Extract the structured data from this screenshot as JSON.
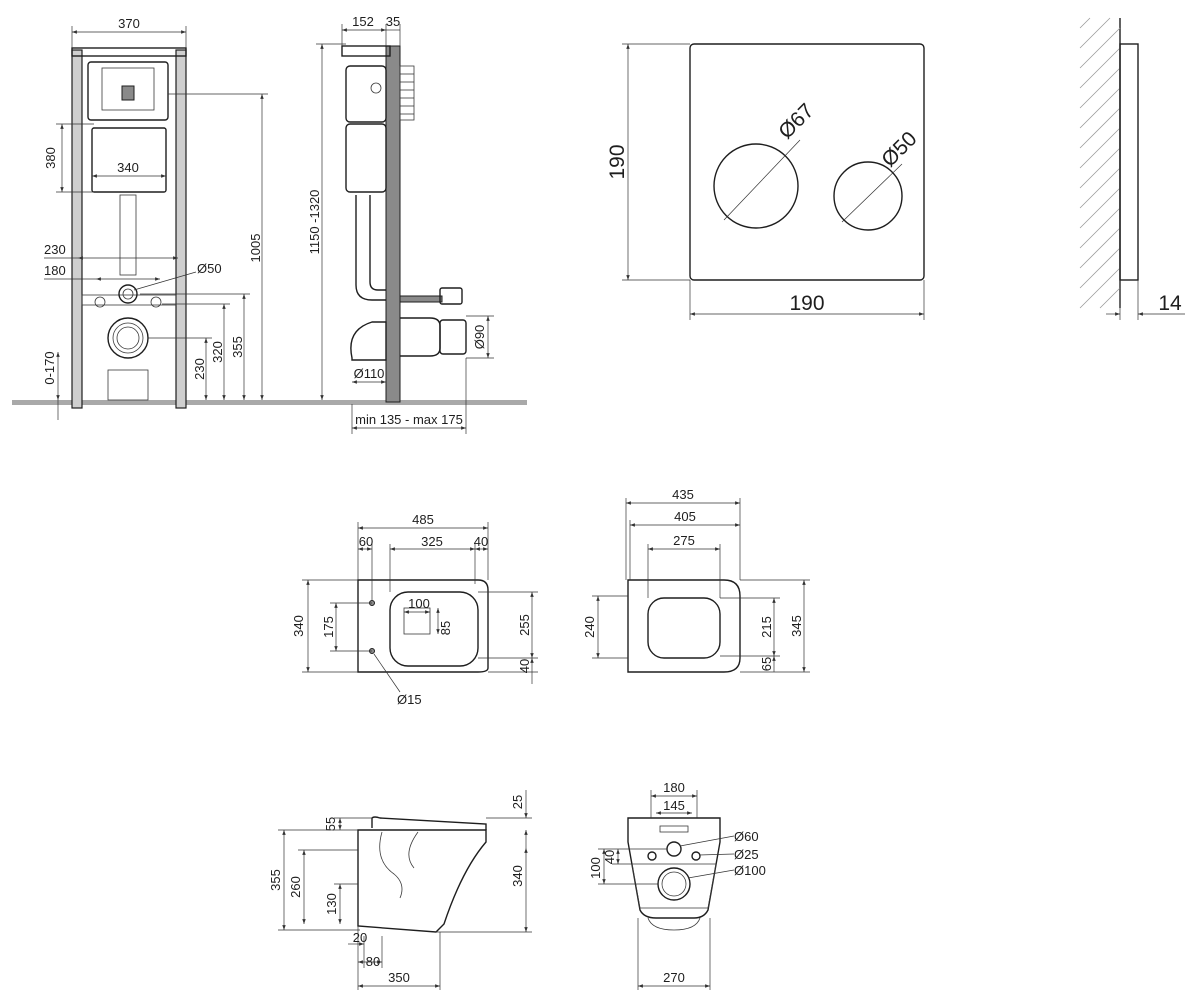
{
  "frame_front": {
    "width": "370",
    "top_box_height": "380",
    "top_box_width": "340",
    "bracket_width": "230",
    "bracket_inner": "180",
    "pipe_dia": "Ø50",
    "height_total": "1005",
    "height_355": "355",
    "height_320": "320",
    "height_230": "230",
    "leg_adjust": "0-170"
  },
  "frame_side": {
    "depth_top": "152",
    "depth_frame": "35",
    "height_range": "1150 -1320",
    "inlet_dia": "Ø90",
    "drain_dia": "Ø110",
    "drain_range": "min 135 - max 175"
  },
  "flush_plate": {
    "height": "190",
    "width": "190",
    "button_large": "Ø67",
    "button_small": "Ø50",
    "thickness": "14"
  },
  "bowl_top": {
    "length": "485",
    "seg_60": "60",
    "seg_325": "325",
    "seg_40": "40",
    "width": "340",
    "hole_spacing": "175",
    "inner_width": "100",
    "inner_height": "85",
    "inner_length": "255",
    "rim": "40",
    "hole_dia": "Ø15"
  },
  "seat_top": {
    "length_outer": "435",
    "length_mid": "405",
    "length_inner": "275",
    "width_left": "240",
    "width_inner": "215",
    "width_outer": "345",
    "offset": "65"
  },
  "bowl_side": {
    "top_offset": "25",
    "rim_height": "55",
    "height_total": "355",
    "height_260": "260",
    "height_130": "130",
    "height_right": "340",
    "base_20": "20",
    "base_80": "80",
    "length": "350"
  },
  "bowl_rear": {
    "width_top": "180",
    "width_inner": "145",
    "outlet_upper_dia": "Ø60",
    "bolt_dia": "Ø25",
    "outlet_dia": "Ø100",
    "spacing_40": "40",
    "spacing_100": "100",
    "width_bottom": "270"
  }
}
